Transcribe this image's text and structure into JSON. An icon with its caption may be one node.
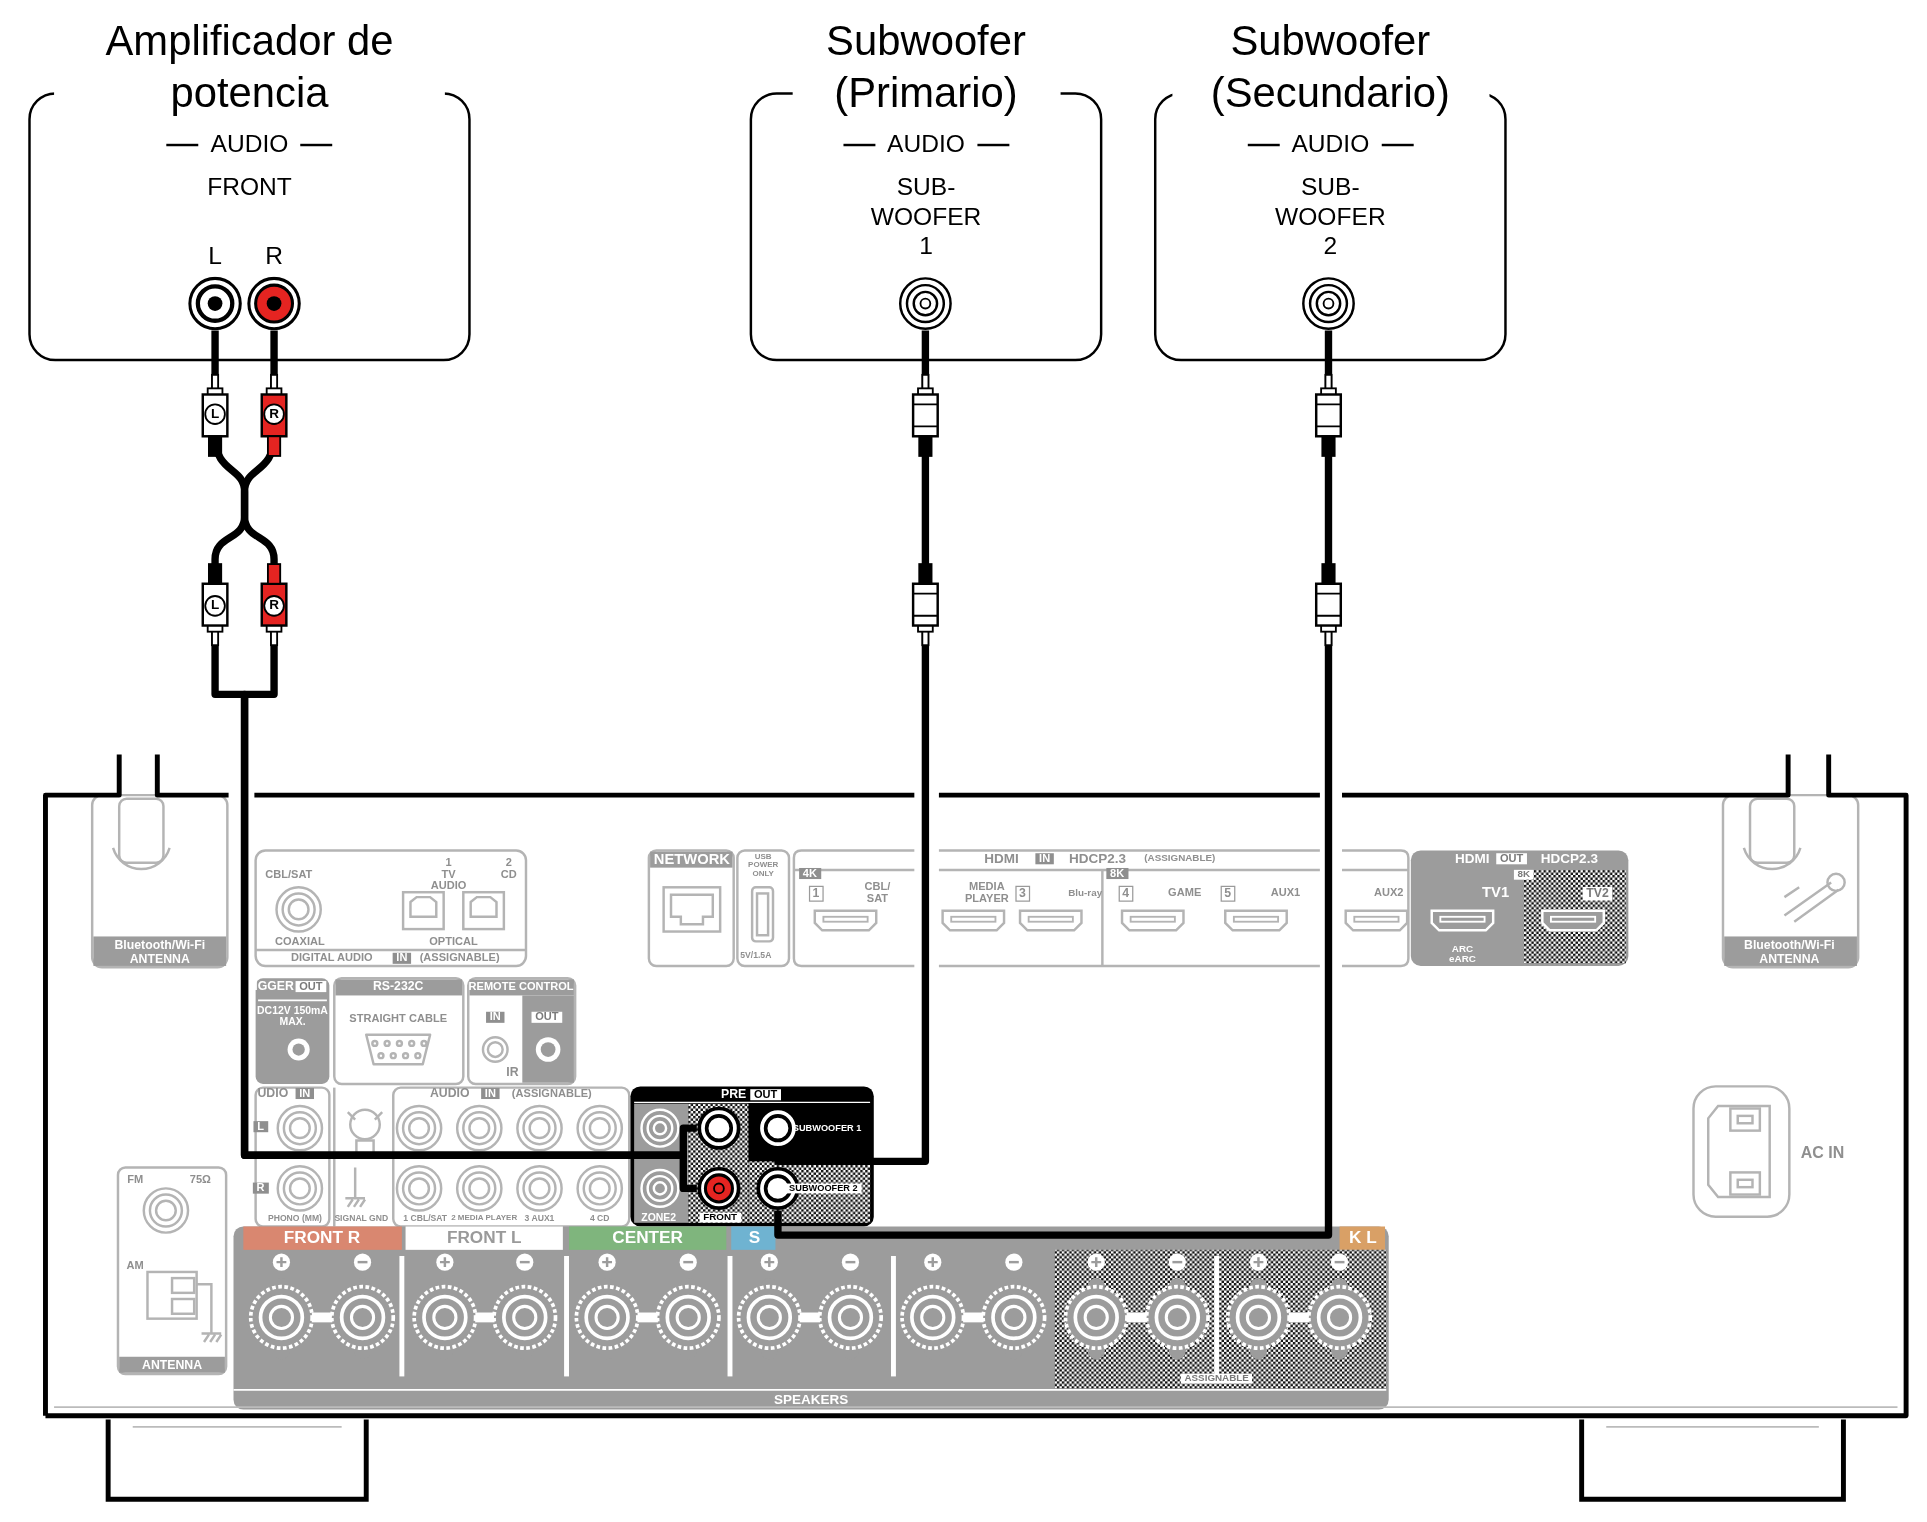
{
  "diagram": {
    "nodes": [
      {
        "text": [
          "Amplificador de potencia",
          "AUDIO",
          "FRONT"
        ]
      },
      {
        "text": [
          "L"
        ],
        "in": 0
      },
      {
        "text": [
          "R"
        ],
        "in": 0
      },
      {
        "text": [
          "Subwoofer (Primario)",
          "AUDIO",
          "SUB- WOOFER 1"
        ]
      },
      {
        "text": [],
        "shape": "circle",
        "in": 3
      },
      {
        "text": [
          "Subwoofer (Secundario)",
          "AUDIO",
          "SUB- WOOFER 2"
        ]
      },
      {
        "text": [],
        "shape": "circle",
        "in": 5
      },
      {
        "text": [],
        "shape": "box"
      },
      {
        "text": [],
        "shape": "circle",
        "in": 7
      },
      {
        "text": [],
        "shape": "circle",
        "in": 7
      },
      {
        "text": [],
        "shape": "circle",
        "in": 7
      },
      {
        "text": [],
        "shape": "circle",
        "in": 7
      }
    ],
    "edges": [
      {
        "from": 1,
        "to": 8,
        "arrow": "none"
      },
      {
        "from": 2,
        "to": 9,
        "arrow": "none"
      },
      {
        "from": 4,
        "to": 10,
        "arrow": "none"
      },
      {
        "from": 6,
        "to": 11,
        "arrow": "none"
      }
    ],
    "labels": [
      "L",
      "R",
      "L",
      "R",
      "Bluetooth/Wi-Fi ANTENNA",
      "CBL/SAT",
      "1",
      "TV AUDIO",
      "2",
      "CD",
      "COAXIAL",
      "OPTICAL",
      "DIGITAL AUDIO",
      "IN",
      "(ASSIGNABLE)",
      "NETWORK",
      "USB POWER ONLY",
      "5V/1.5A",
      "HDMI",
      "IN",
      "HDCP2.3",
      "(ASSIGNABLE)",
      "4K",
      "1",
      "CBL/ SAT",
      "MEDIA PLAYER",
      "3",
      "Blu-ray",
      "8K",
      "4",
      "GAME",
      "5",
      "AUX1",
      "AUX2",
      "HDMI",
      "OUT",
      "HDCP2.3",
      "8K",
      "TV1",
      "TV2",
      "ARC eARC",
      "IGGER",
      "OUT",
      "DC12V 150mA MAX.",
      "RS-232C",
      "STRAIGHT CABLE",
      "REMOTE CONTROL",
      "IN",
      "OUT",
      "IR",
      "UDIO",
      "IN",
      "L",
      "AUDIO",
      "IN",
      "(ASSIGNABLE)",
      "PRE",
      "OUT",
      "SUBWOOFER 1",
      "FM",
      "75Ω",
      "R",
      "AM",
      "PHONO (MM)",
      "SIGNAL GND",
      "1 CBL/SAT",
      "2 MEDIA PLAYER",
      "3 AUX1",
      "4 CD",
      "ZONE2",
      "FRONT",
      "SUBWOOFER 2",
      "FRONT R",
      "FRONT L",
      "CENTER",
      "S",
      "K L",
      "ANTENNA",
      "ASSIGNABLE",
      "SPEAKERS",
      "AC IN",
      "Bluetooth/Wi-Fi ANTENNA"
    ]
  }
}
